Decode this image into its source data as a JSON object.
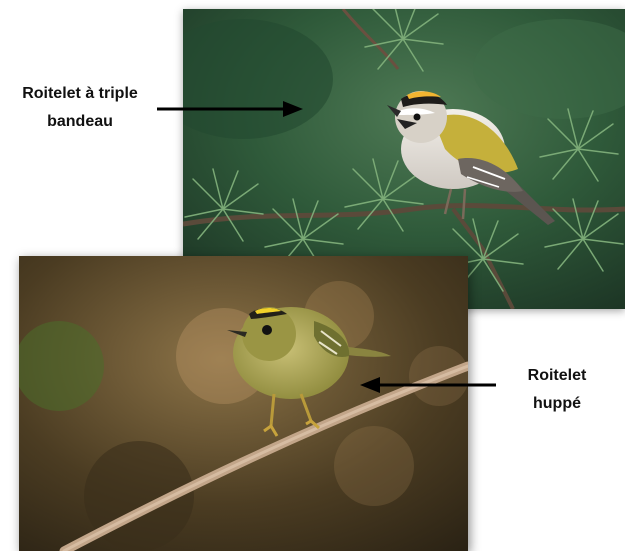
{
  "photos": [
    {
      "subject": "firecrest",
      "caption_line1": "Roitelet à triple",
      "caption_line2": "bandeau"
    },
    {
      "subject": "goldcrest",
      "caption_line1": "Roitelet",
      "caption_line2": "huppé"
    }
  ],
  "colors": {
    "caption_text": "#111111",
    "arrow": "#000000",
    "background": "#ffffff"
  }
}
